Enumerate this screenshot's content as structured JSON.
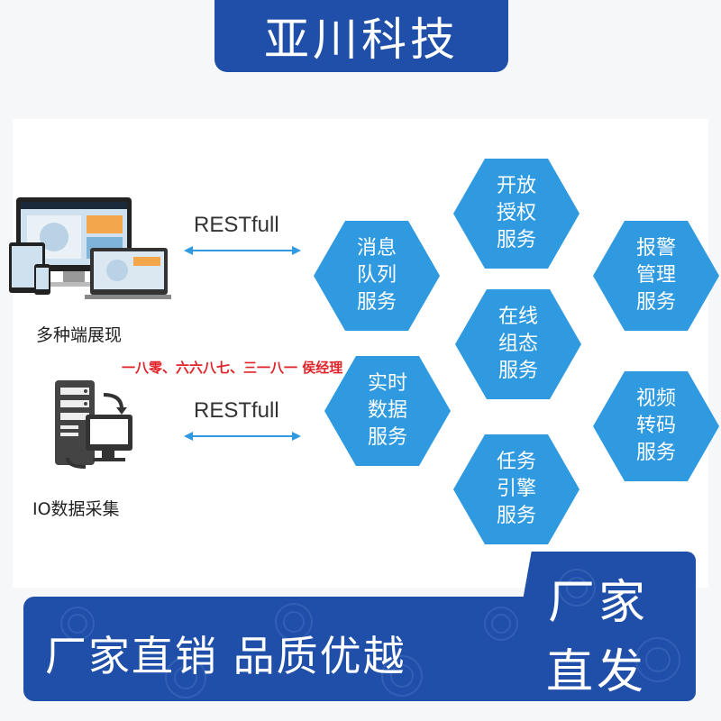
{
  "header": {
    "title": "亚川科技"
  },
  "left": {
    "device_caption": "多种端展现",
    "server_caption": "IO数据采集",
    "rest_top": "RESTfull",
    "rest_bottom": "RESTfull"
  },
  "hexagons": [
    {
      "line1": "开放",
      "line2": "授权",
      "line3": "服务"
    },
    {
      "line1": "消息",
      "line2": "队列",
      "line3": "服务"
    },
    {
      "line1": "报警",
      "line2": "管理",
      "line3": "服务"
    },
    {
      "line1": "在线",
      "line2": "组态",
      "line3": "服务"
    },
    {
      "line1": "实时",
      "line2": "数据",
      "line3": "服务"
    },
    {
      "line1": "视频",
      "line2": "转码",
      "line3": "服务"
    },
    {
      "line1": "任务",
      "line2": "引擎",
      "line3": "服务"
    }
  ],
  "watermark": "一八零、六六八七、三一八一 侯经理",
  "footer": {
    "left_text": "厂家直销  品质优越",
    "right_line1": "厂家",
    "right_line2": "直发"
  },
  "colors": {
    "brand_blue": "#1f4fa8",
    "hex_blue": "#2f9ae0",
    "watermark_red": "#e0242a"
  }
}
